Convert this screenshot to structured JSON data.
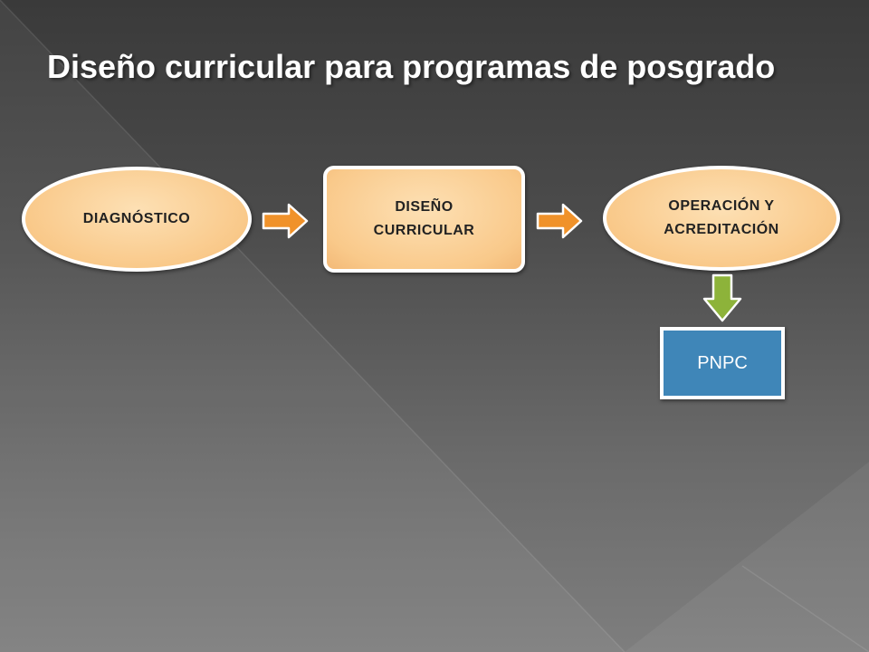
{
  "slide": {
    "title": "Diseño curricular para programas de posgrado"
  },
  "diagram": {
    "nodes": [
      {
        "id": "diagnostico",
        "label": "DIAGNÓSTICO"
      },
      {
        "id": "diseno",
        "label": "DISEÑO\nCURRICULAR"
      },
      {
        "id": "operacion",
        "label": "OPERACIÓN Y\nACREDITACIÓN"
      },
      {
        "id": "pnpc",
        "label": "PNPC"
      }
    ],
    "edges": [
      {
        "from": "diagnostico",
        "to": "diseno",
        "color": "#f0922a"
      },
      {
        "from": "diseno",
        "to": "operacion",
        "color": "#f0922a"
      },
      {
        "from": "operacion",
        "to": "pnpc",
        "color": "#8db33a"
      }
    ]
  },
  "colors": {
    "node_fill": "#f9c98a",
    "node_border": "#ffffff",
    "pnpc_fill": "#3f86b8",
    "arrow_orange": "#f0922a",
    "arrow_green": "#8db33a"
  }
}
